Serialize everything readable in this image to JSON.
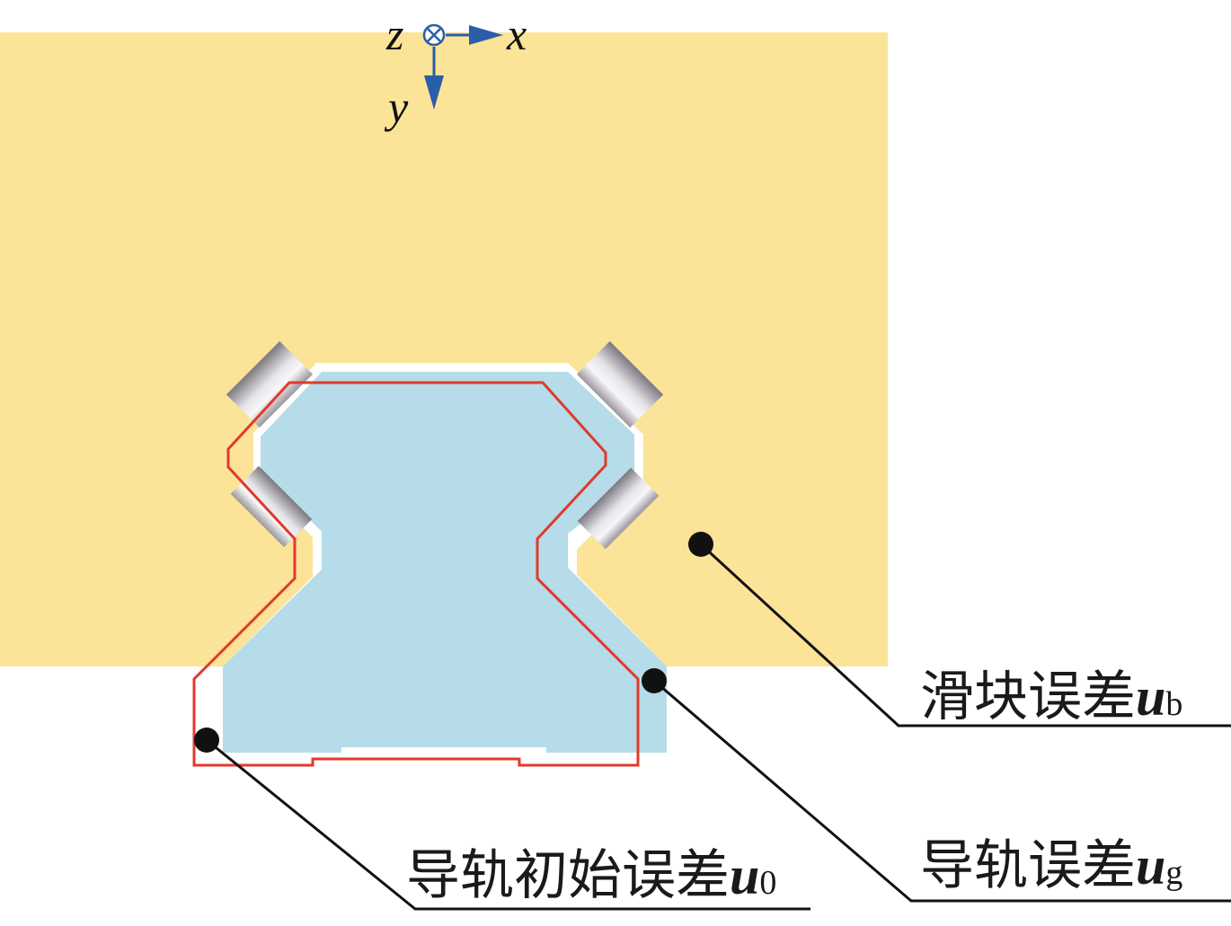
{
  "axes": {
    "z": "z",
    "x": "x",
    "y": "y"
  },
  "labels": {
    "slider_error": {
      "text": "滑块误差",
      "symbol": "u",
      "subscript": "b"
    },
    "rail_error": {
      "text": "导轨误差",
      "symbol": "u",
      "subscript": "g"
    },
    "rail_initial_error": {
      "text": "导轨初始误差",
      "symbol": "u",
      "subscript": "0"
    }
  },
  "colors": {
    "slider": "#fbe398",
    "rail": "#b5dce8",
    "initial_error_outline": "#e03a2e",
    "axis": "#2a5ea8",
    "leader": "#111111"
  }
}
